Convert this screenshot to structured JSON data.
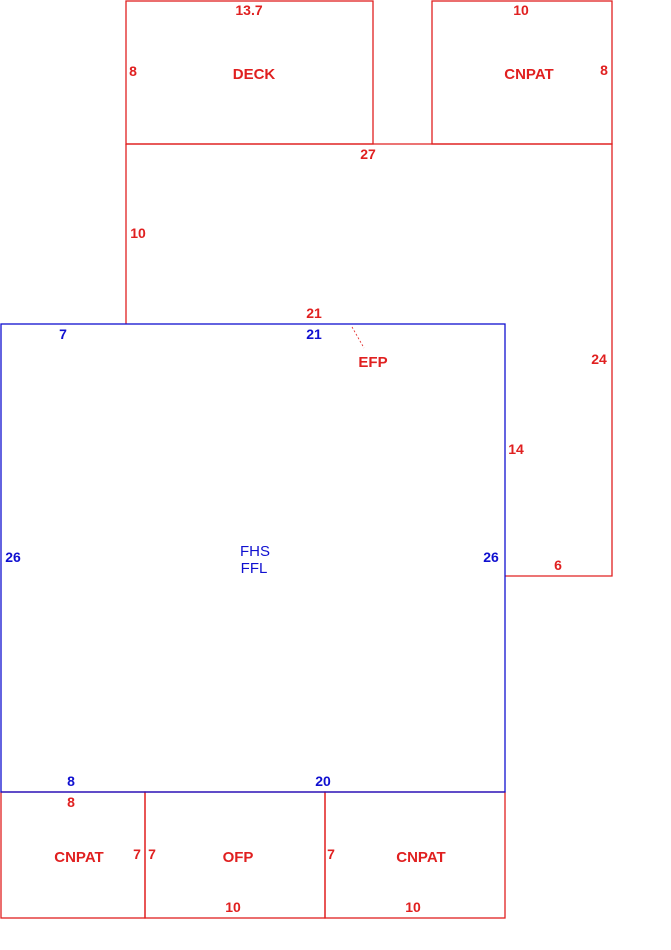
{
  "colors": {
    "red": "#e02020",
    "blue": "#1010d0",
    "background": "#ffffff"
  },
  "areas": {
    "deck": "DECK",
    "cnpat_top": "CNPAT",
    "efp": "EFP",
    "fhs": "FHS",
    "ffl": "FFL",
    "cnpat_bottom_left": "CNPAT",
    "ofp": "OFP",
    "cnpat_bottom_right": "CNPAT"
  },
  "dimensions": {
    "deck_width": "13.7",
    "deck_height": "8",
    "cnpat_top_width": "10",
    "cnpat_top_height": "8",
    "upper_width": "27",
    "upper_left_height": "10",
    "upper_right_height": "24",
    "efp_width_red": "21",
    "main_top_right": "21",
    "main_top_left": "7",
    "main_left": "26",
    "main_right": "26",
    "right_offset_height": "14",
    "right_offset_width": "6",
    "main_bottom_left": "8",
    "main_bottom_right": "20",
    "cnpat_bottom_left_width": "8",
    "cnpat_bottom_left_height": "7",
    "ofp_left_height": "7",
    "ofp_width": "10",
    "ofp_right_height": "7",
    "cnpat_bottom_right_width": "10"
  }
}
